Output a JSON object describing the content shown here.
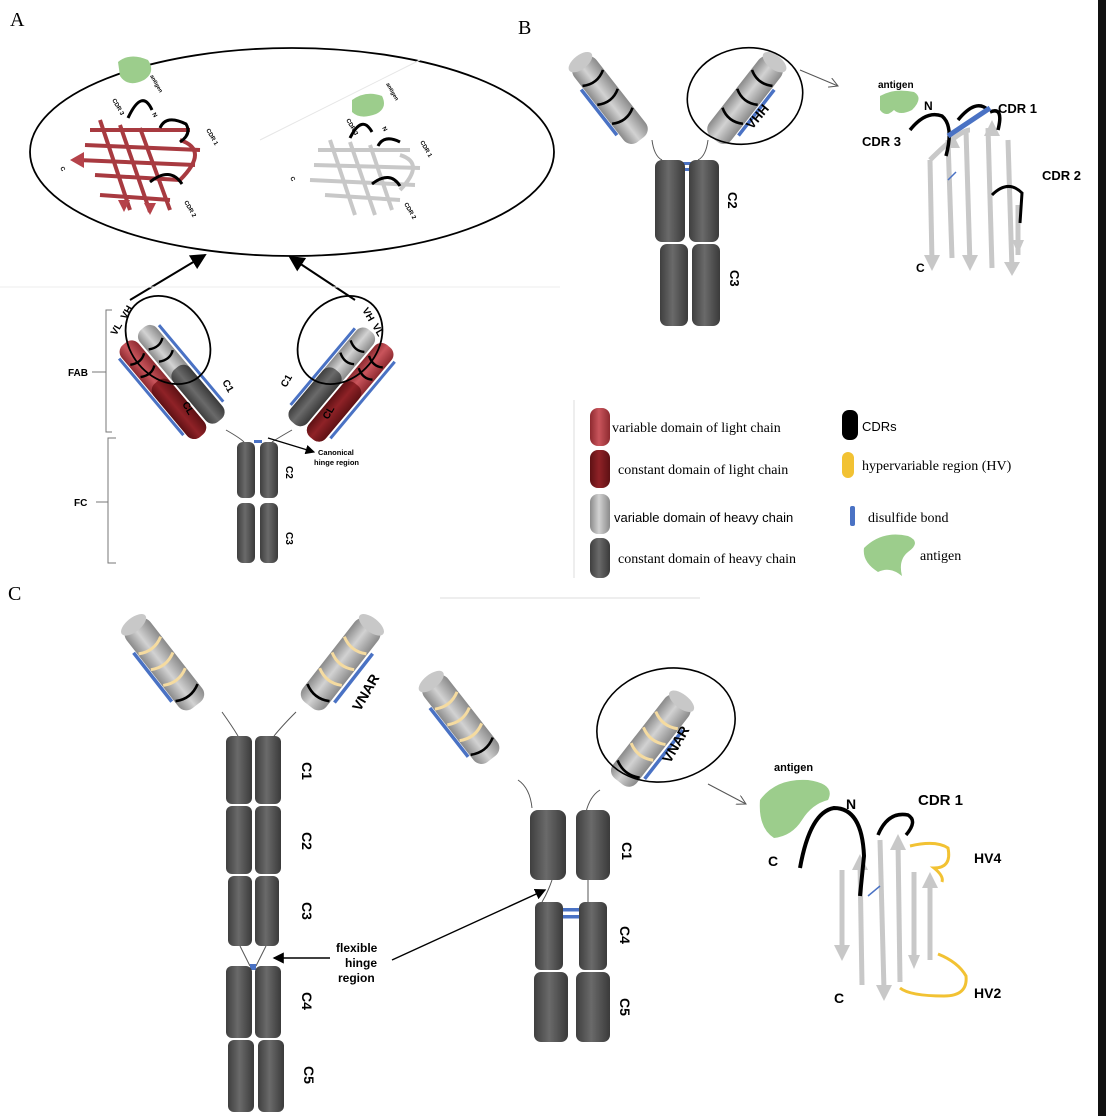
{
  "panels": {
    "a": "A",
    "b": "B",
    "c": "C"
  },
  "panel_a": {
    "antigen": "antigen",
    "cdr3": "CDR 3",
    "n": "N",
    "cdr1": "CDR 1",
    "c": "C",
    "cdr2": "CDR 2",
    "vh": "VH",
    "vl": "VL",
    "c1": "C1",
    "cl": "CL",
    "c2": "C2",
    "c3": "C3",
    "fab": "FAB",
    "fc": "FC",
    "hinge": [
      "Canonical",
      "hinge region"
    ]
  },
  "panel_b": {
    "vhh": "VHH",
    "c2": "C2",
    "c3": "C3",
    "antigen": "antigen",
    "n": "N",
    "cdr1": "CDR 1",
    "cdr3": "CDR 3",
    "cdr2": "CDR 2",
    "c": "C"
  },
  "legend": {
    "items": [
      {
        "label": "variable domain of light chain"
      },
      {
        "label": "constant domain of light chain"
      },
      {
        "label": "variable domain of heavy chain"
      },
      {
        "label": "constant domain of heavy chain"
      },
      {
        "label": "CDRs"
      },
      {
        "label": "hypervariable region (HV)"
      },
      {
        "label": "disulfide bond"
      },
      {
        "label": "antigen"
      }
    ]
  },
  "panel_c": {
    "vnar": "VNAR",
    "c1": "C1",
    "c2": "C2",
    "c3": "C3",
    "c4": "C4",
    "c5": "C5",
    "hinge": [
      "flexible",
      "hinge",
      "region"
    ],
    "antigen": "antigen",
    "n": "N",
    "cdr1": "CDR 1",
    "hv4": "HV4",
    "hv2": "HV2",
    "c": "C"
  },
  "colors": {
    "light_variable": "#b5424a",
    "light_constant": "#7c1a1e",
    "heavy_variable": "#a9a9a9",
    "heavy_constant": "#595959",
    "cdr": "#000000",
    "hv": "#f2c233",
    "disulfide": "#4a72c4",
    "antigen": "#9ccd8c"
  }
}
